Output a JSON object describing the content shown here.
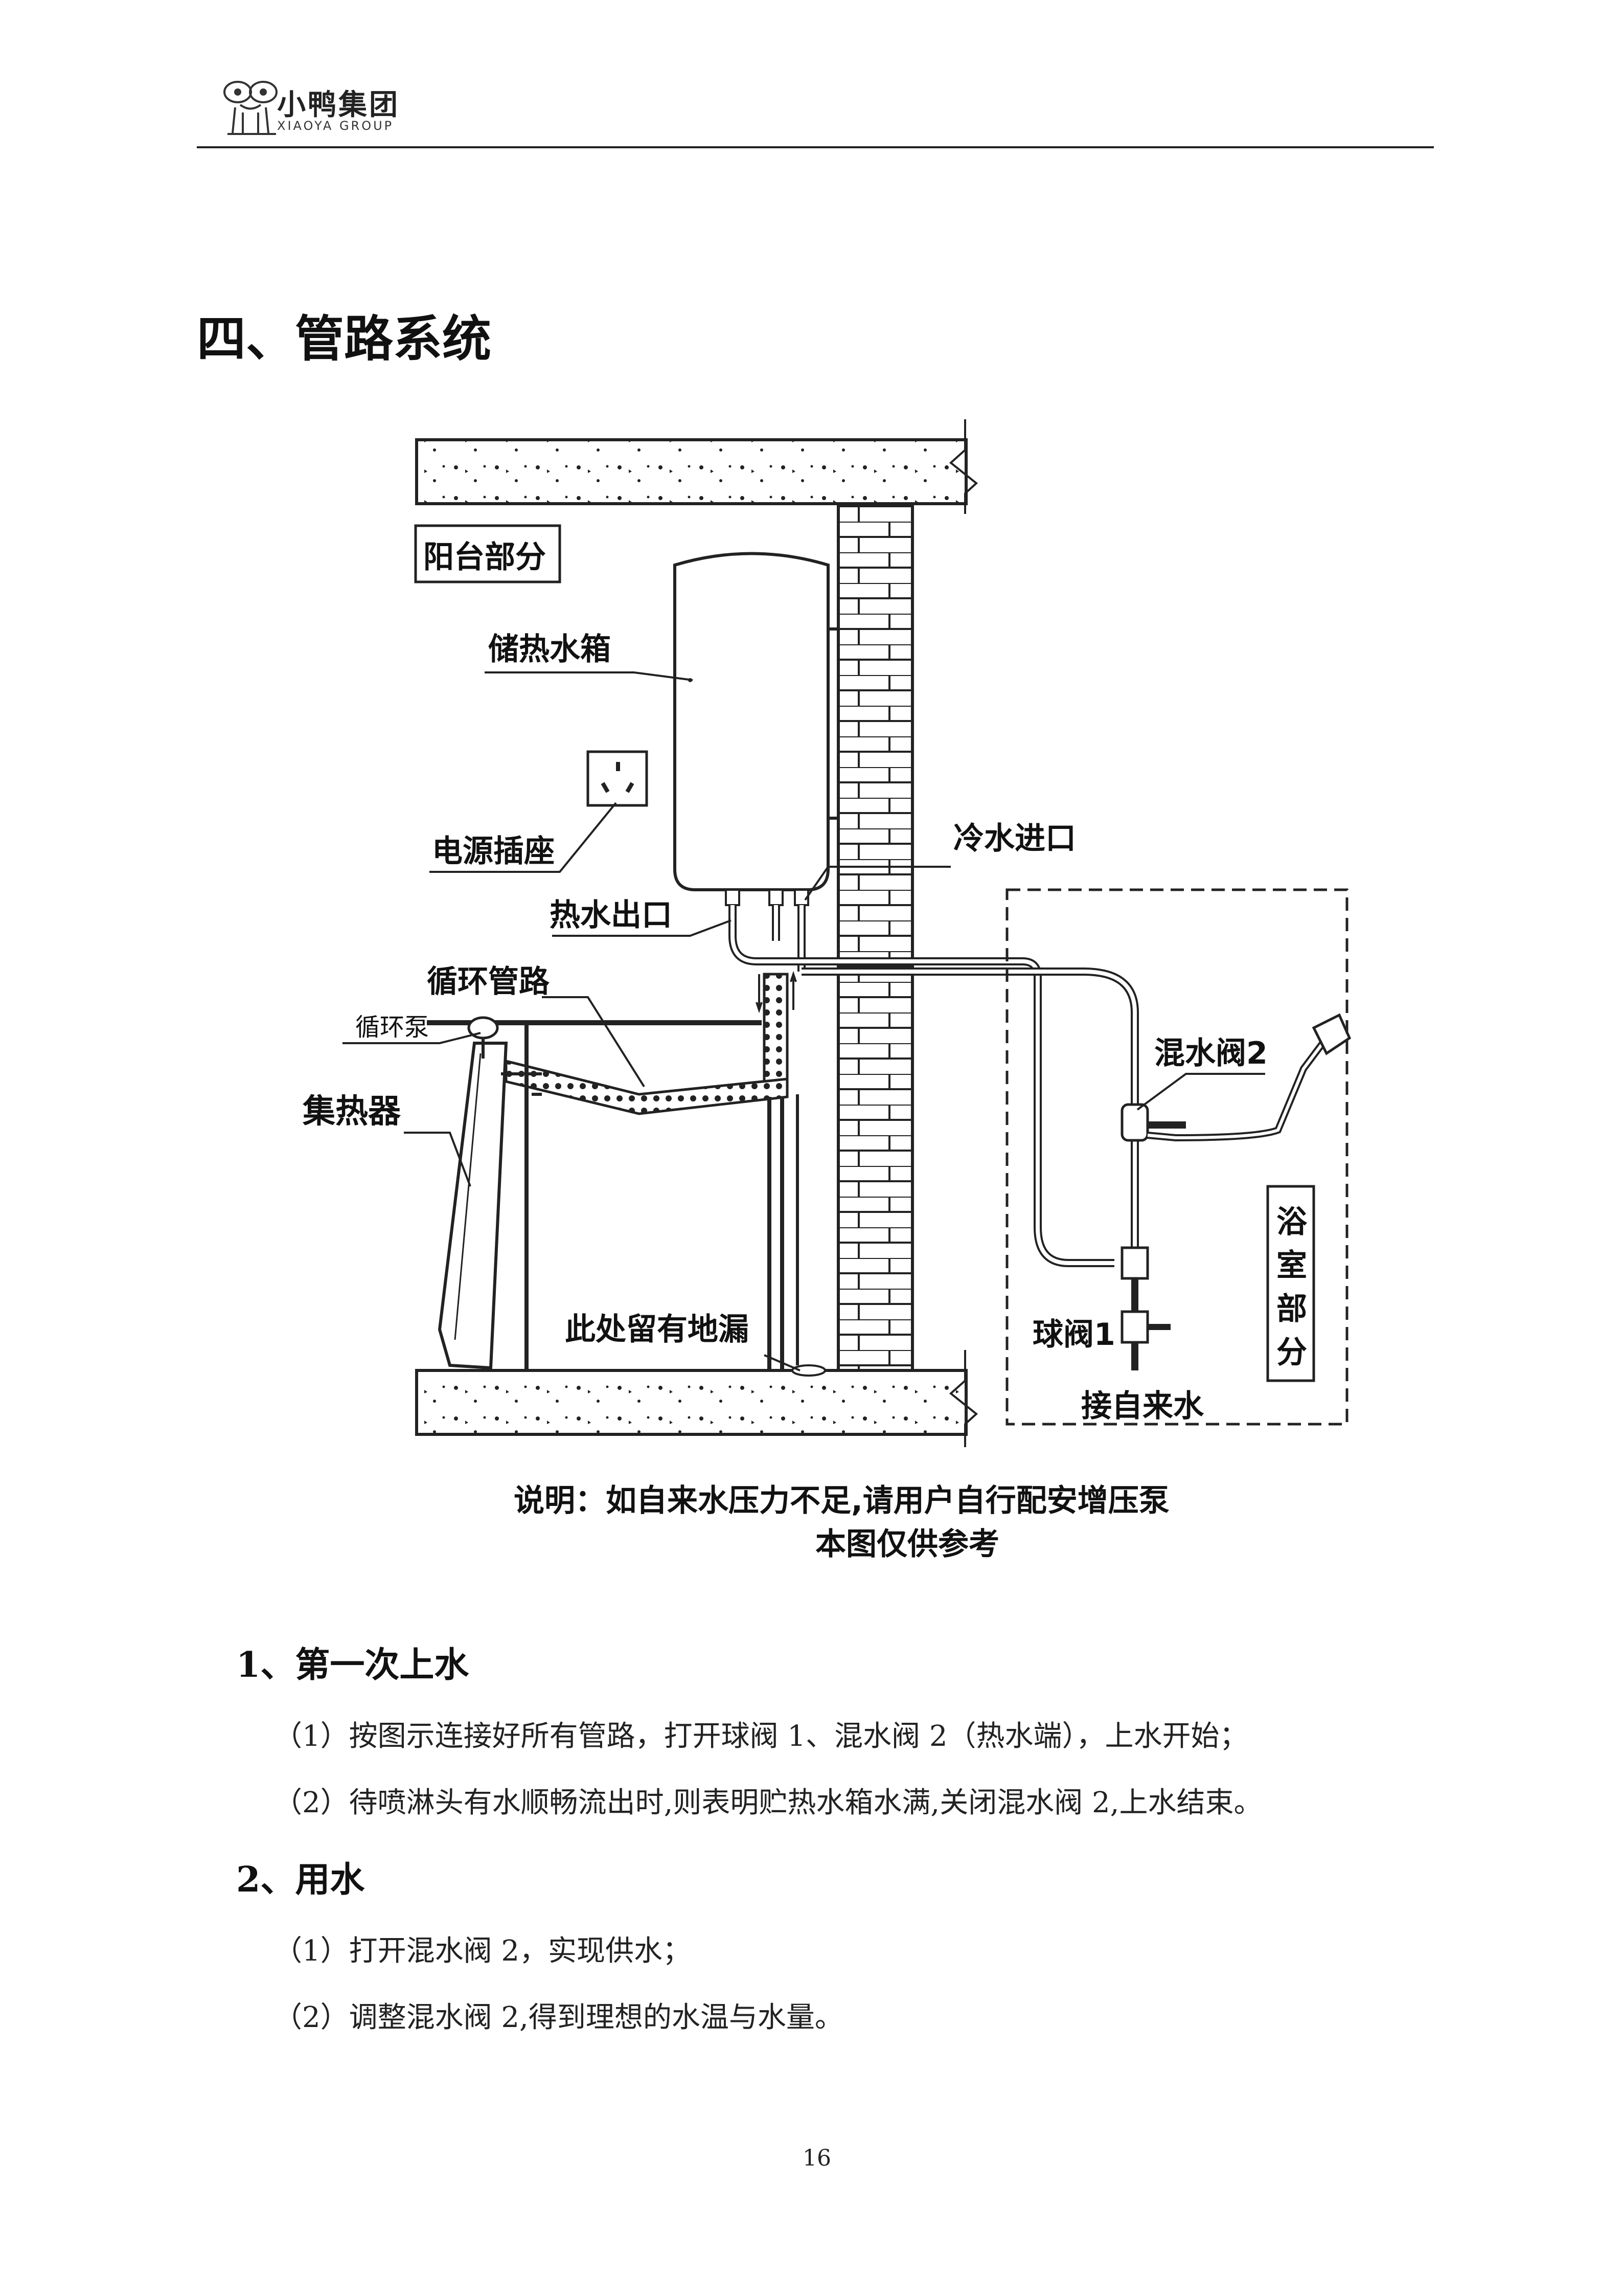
{
  "header": {
    "brand_name": "小鸭集团",
    "brand_en": "XIAOYA GROUP",
    "logo_icon": "duck-mascot-icon"
  },
  "section_title": "四、管路系统",
  "diagram": {
    "labels": {
      "balcony": "阳台部分",
      "storage_tank": "储热水箱",
      "power_socket": "电源插座",
      "cold_inlet": "冷水进口",
      "hot_outlet": "热水出口",
      "circulation_pipe": "循环管路",
      "circulation_pump": "循环泵",
      "collector": "集热器",
      "floor_drain": "此处留有地漏",
      "mixing_valve": "混水阀2",
      "bathroom": [
        "浴",
        "室",
        "部",
        "分"
      ],
      "ball_valve": "球阀1",
      "tap_water": "接自来水"
    },
    "note_line1": "说明：如自来水压力不足,请用户自行配安增压泵",
    "note_line2": "本图仅供参考"
  },
  "body": {
    "sub1": "1、第一次上水",
    "p1": "（1）按图示连接好所有管路，打开球阀 1、混水阀 2（热水端），上水开始；",
    "p2": "（2）待喷淋头有水顺畅流出时,则表明贮热水箱水满,关闭混水阀 2,上水结束。",
    "sub2": "2、用水",
    "p3": "（1）打开混水阀 2，实现供水；",
    "p4": "（2）调整混水阀 2,得到理想的水温与水量。"
  },
  "page_number": "16"
}
